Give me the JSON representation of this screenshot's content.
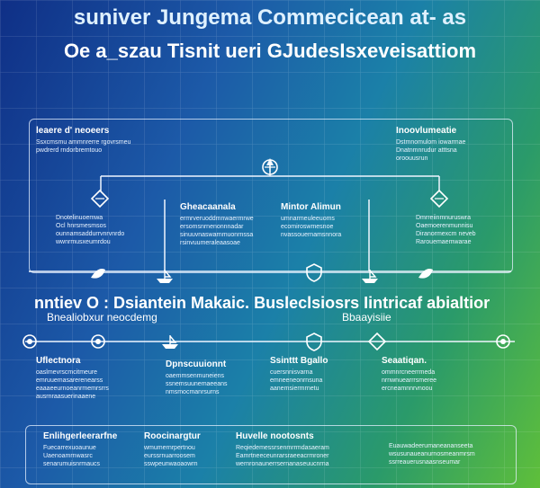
{
  "header": {
    "line1": "suniver Jungema Commecicean at- as",
    "line2": "Oe a_szau Tisnit ueri GJudesIsxeveisattiom"
  },
  "colors": {
    "bg_left": "#0f2f86",
    "bg_mid": "#1b80a8",
    "bg_right": "#5fbf3a",
    "line": "#f0f6ff"
  },
  "top_panel": {
    "left": {
      "title": "leaere d' neoeers",
      "lines": [
        "Ssxcmsmu ammnrerre rgovrsmeu",
        "pwdrerd rndorbremtouo"
      ]
    },
    "right": {
      "title": "Inoovlumeatie",
      "lines": [
        "Dstmnomulom iowarmae",
        "Dnatnmnrudur atttsna",
        "oroouusrun"
      ]
    },
    "node_left": {
      "lines": [
        "Dnotelinuoemwa",
        "Ocl hnrsmesmsos",
        "ounnamsaddurrvnrvnrdo",
        "wwnrmusxeumrdou"
      ]
    },
    "node_c1": {
      "title": "Gheacaanala",
      "lines": [
        "ermrveruoddmnwaermrwe",
        "ersomsnrnenonnnadar",
        "sinuuvnaswarnmuonrnssa",
        "rsinvuumeraleaasoae"
      ]
    },
    "node_c2": {
      "title": "Mintor Alimun",
      "lines": [
        "umnarmeuleeuoms",
        "ecomiroswmesnoe",
        "nvassouernamsnnora"
      ]
    },
    "node_right": {
      "lines": [
        "Dmrreiinmnuruswra",
        "Oaemoerenmunnisu",
        "Diranormexcm neveb",
        "Rarouemaemwarae"
      ]
    }
  },
  "middle": {
    "title": "nntiev O : Dsiantein  Makaic. Busleclsiosrs Iintricaf abialtior",
    "sub_left": "Bnealiobxur neocdemg",
    "sub_right": "Bbaayisiie",
    "cols": [
      {
        "title": "Uflectnora",
        "lines": [
          "oaslmevrscmcitmeure",
          "emruuemasarerenearss",
          "eaaaeeurnoeanrmemrsrrs",
          "ausrnraasuerinaaene"
        ]
      },
      {
        "title": "Dpnscuuionnt",
        "lines": [
          "oaemmsenmuneiens",
          "ssnemsuunemaeeans",
          "nmsmocmanrsurns"
        ]
      },
      {
        "title": "Ssinttt Bgallo",
        "lines": [
          "cuersnnisvarna",
          "emneeneonrnsuna",
          "aanemsiermrnetu"
        ]
      },
      {
        "title": "Seaatiqan.",
        "lines": [
          "ommnrcneerrmeda",
          "nrnwnuearrrsmeree",
          "ercneamnnrvnoou"
        ]
      }
    ]
  },
  "bottom_panel": {
    "cols": [
      {
        "title": "Enlihgerleerarfne",
        "lines": [
          "Fuecarrexuoaunue",
          "Uaenoamrnwasrc",
          "senarumuisnrmaucs"
        ]
      },
      {
        "title": "Roocinargtur",
        "lines": [
          "wmumernrpertnou",
          "eurssrnuarroosem",
          "sswpeunwaoaowrn"
        ]
      },
      {
        "title": "Huvelle nootosnts",
        "lines": [
          "Reqiedemessrsenmrrmdasaeram",
          "Eamrtneeceunrarsraeeacrmroner",
          "wernronaunerrsernanaseuucnrna"
        ]
      },
      {
        "title": "",
        "lines": [
          "Euauwadeerumaneananseeta",
          "wsusunaueanurnosmeanmrsm",
          "ssrreauerusnaasnseumar"
        ]
      }
    ]
  }
}
